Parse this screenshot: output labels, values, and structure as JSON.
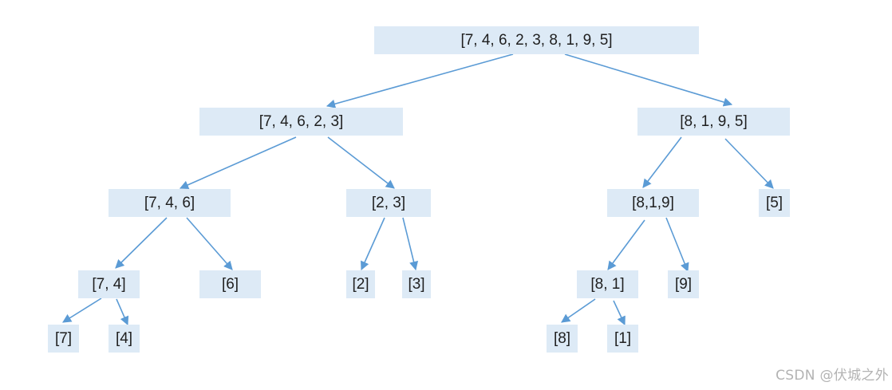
{
  "nodes": {
    "root": "[7, 4, 6, 2, 3, 8, 1, 9, 5]",
    "l1_left": "[7, 4, 6, 2, 3]",
    "l1_right": "[8, 1, 9, 5]",
    "l2_a": "[7, 4, 6]",
    "l2_b": "[2, 3]",
    "l2_c": "[8,1,9]",
    "l2_d": "[5]",
    "l3_a": "[7, 4]",
    "l3_b": "[6]",
    "l3_c": "[2]",
    "l3_d": "[3]",
    "l3_e": "[8, 1]",
    "l3_f": "[9]",
    "l4_a": "[7]",
    "l4_b": "[4]",
    "l4_c": "[8]",
    "l4_d": "[1]"
  },
  "colors": {
    "node_fill": "#ddeaf6",
    "edge": "#5b9bd5",
    "text": "#1f1f1f"
  },
  "watermark": "CSDN @伏城之外"
}
